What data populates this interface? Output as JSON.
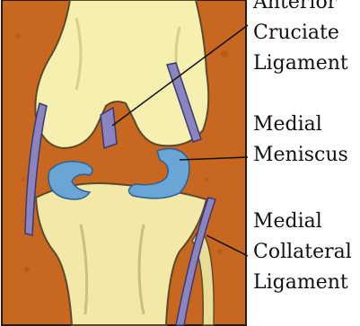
{
  "colors": {
    "background_panel": "#c8671f",
    "bone_fill": "#f5efb0",
    "bone_outline": "#5a4a2a",
    "meniscus": "#6aa5d8",
    "ligament": "#8a84c0",
    "leader_line": "#111111"
  },
  "labels": {
    "acl": {
      "line1": "Anterior",
      "line2": "Cruciate",
      "line3": "Ligament"
    },
    "meniscus": {
      "line1": "Medial",
      "line2": "Meniscus"
    },
    "mcl": {
      "line1": "Medial",
      "line2": "Collateral",
      "line3": "Ligament"
    }
  }
}
